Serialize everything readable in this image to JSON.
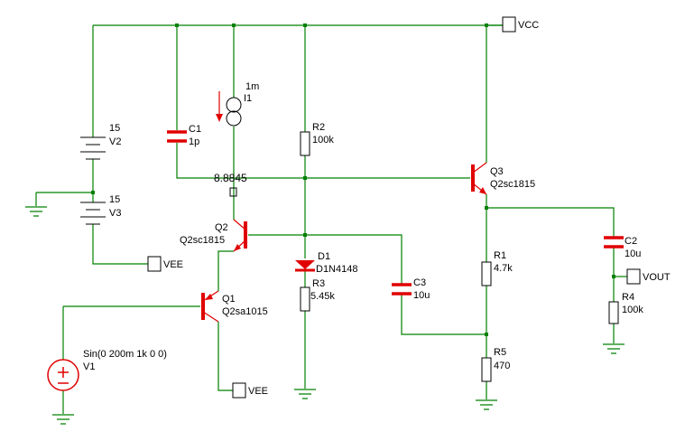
{
  "colors": {
    "wire": "#008000",
    "component": "#e00000",
    "text": "#000000",
    "background": "#ffffff"
  },
  "ports": {
    "vcc": "VCC",
    "vee_top": "VEE",
    "vee_bottom": "VEE",
    "vout": "VOUT"
  },
  "components": {
    "V2": {
      "name": "V2",
      "value": "15"
    },
    "V3": {
      "name": "V3",
      "value": "15"
    },
    "C1": {
      "name": "C1",
      "value": "1p"
    },
    "I1": {
      "name": "I1",
      "value": "1m"
    },
    "R2": {
      "name": "R2",
      "value": "100k"
    },
    "Q3": {
      "name": "Q3",
      "value": "Q2sc1815"
    },
    "Q2": {
      "name": "Q2",
      "value": "Q2sc1815"
    },
    "D1": {
      "name": "D1",
      "value": "D1N4148"
    },
    "R3": {
      "name": "R3",
      "value": "5.45k"
    },
    "C3": {
      "name": "C3",
      "value": "10u"
    },
    "R1": {
      "name": "R1",
      "value": "4.7k"
    },
    "C2": {
      "name": "C2",
      "value": "10u"
    },
    "R4": {
      "name": "R4",
      "value": "100k"
    },
    "R5": {
      "name": "R5",
      "value": "470"
    },
    "Q1": {
      "name": "Q1",
      "value": "Q2sa1015"
    },
    "V1": {
      "name": "V1",
      "value": "Sin(0 200m 1k 0 0)"
    }
  },
  "probe": {
    "value": "8.8845"
  }
}
